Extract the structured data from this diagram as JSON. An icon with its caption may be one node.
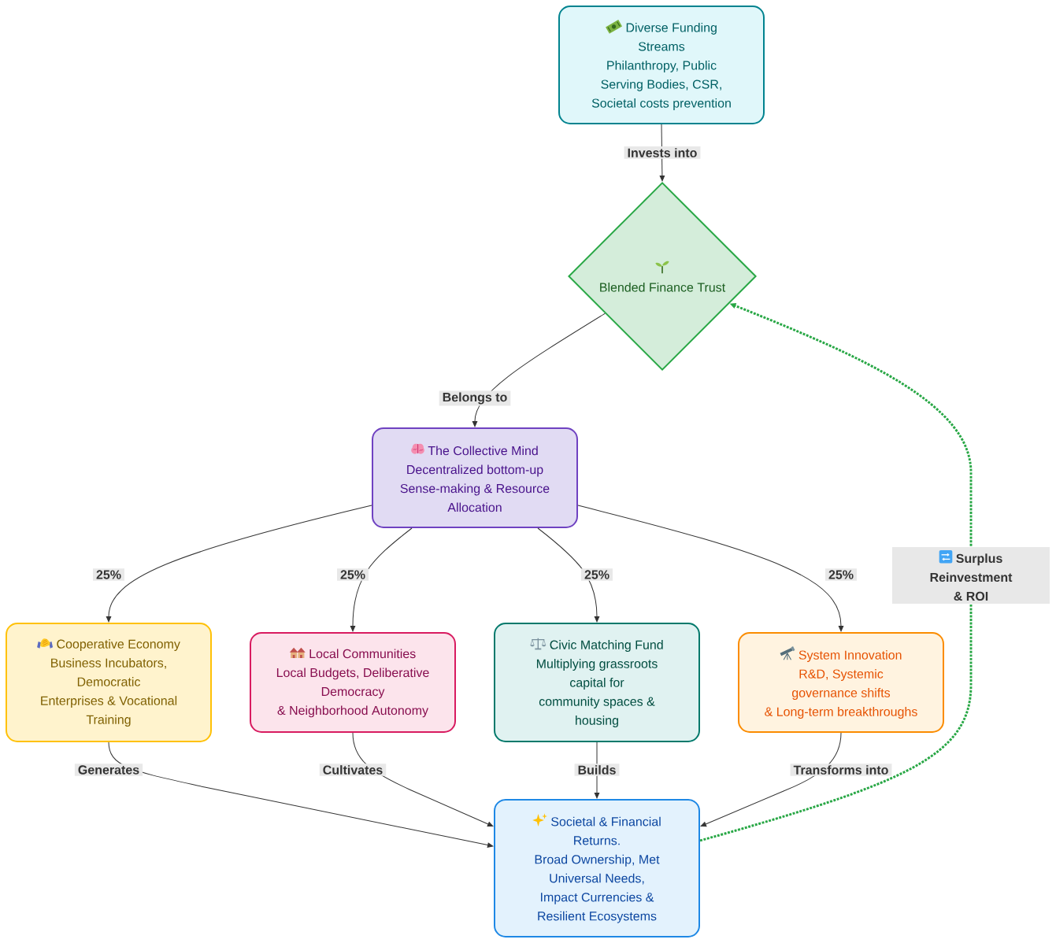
{
  "diagram": {
    "nodes": [
      {
        "text": [
          "Diverse Funding Streams",
          "Philanthropy, Public Serving Bodies, CSR, Societal costs prevention"
        ]
      },
      {
        "text": [
          "Blended Finance Trust"
        ]
      },
      {
        "text": [
          "The Collective Mind",
          "Decentralized bottom-up Sense-making & Resource Allocation"
        ]
      },
      {
        "text": [
          "Cooperative Economy",
          "Business Incubators, Democratic",
          "Enterprises & Vocational Training"
        ]
      },
      {
        "text": [
          "Local Communities",
          "Local Budgets, Deliberative Democracy",
          "& Neighborhood Autonomy"
        ]
      },
      {
        "text": [
          "Civic Matching Fund",
          "Multiplying grassroots capital for",
          "community spaces & housing"
        ]
      },
      {
        "text": [
          "System Innovation",
          "R&D, Systemic",
          "governance shifts",
          "& Long-term breakthroughs"
        ]
      },
      {
        "text": [
          "Societal & Financial Returns.",
          "Broad Ownership, Met Universal Needs,",
          "Impact Currencies & Resilient Ecosystems"
        ]
      }
    ],
    "edges": [
      {
        "from": 0,
        "to": 1,
        "arrow": "to",
        "label": "Invests into"
      },
      {
        "from": 1,
        "to": 2,
        "arrow": "to",
        "label": "Belongs to"
      },
      {
        "from": 2,
        "to": 3,
        "arrow": "to",
        "label": "25%"
      },
      {
        "from": 2,
        "to": 4,
        "arrow": "to",
        "label": "25%"
      },
      {
        "from": 2,
        "to": 5,
        "arrow": "to",
        "label": "25%"
      },
      {
        "from": 2,
        "to": 6,
        "arrow": "to",
        "label": "25%"
      },
      {
        "from": 3,
        "to": 7,
        "arrow": "to",
        "label": "Generates"
      },
      {
        "from": 4,
        "to": 7,
        "arrow": "to",
        "label": "Cultivates"
      },
      {
        "from": 5,
        "to": 7,
        "arrow": "to",
        "label": "Builds"
      },
      {
        "from": 6,
        "to": 7,
        "arrow": "to",
        "label": "Transforms into"
      },
      {
        "from": 7,
        "to": 1,
        "arrow": "to",
        "label": "Surplus Reinvestment & ROI",
        "style": "dashed",
        "color": "#28a745"
      }
    ]
  }
}
